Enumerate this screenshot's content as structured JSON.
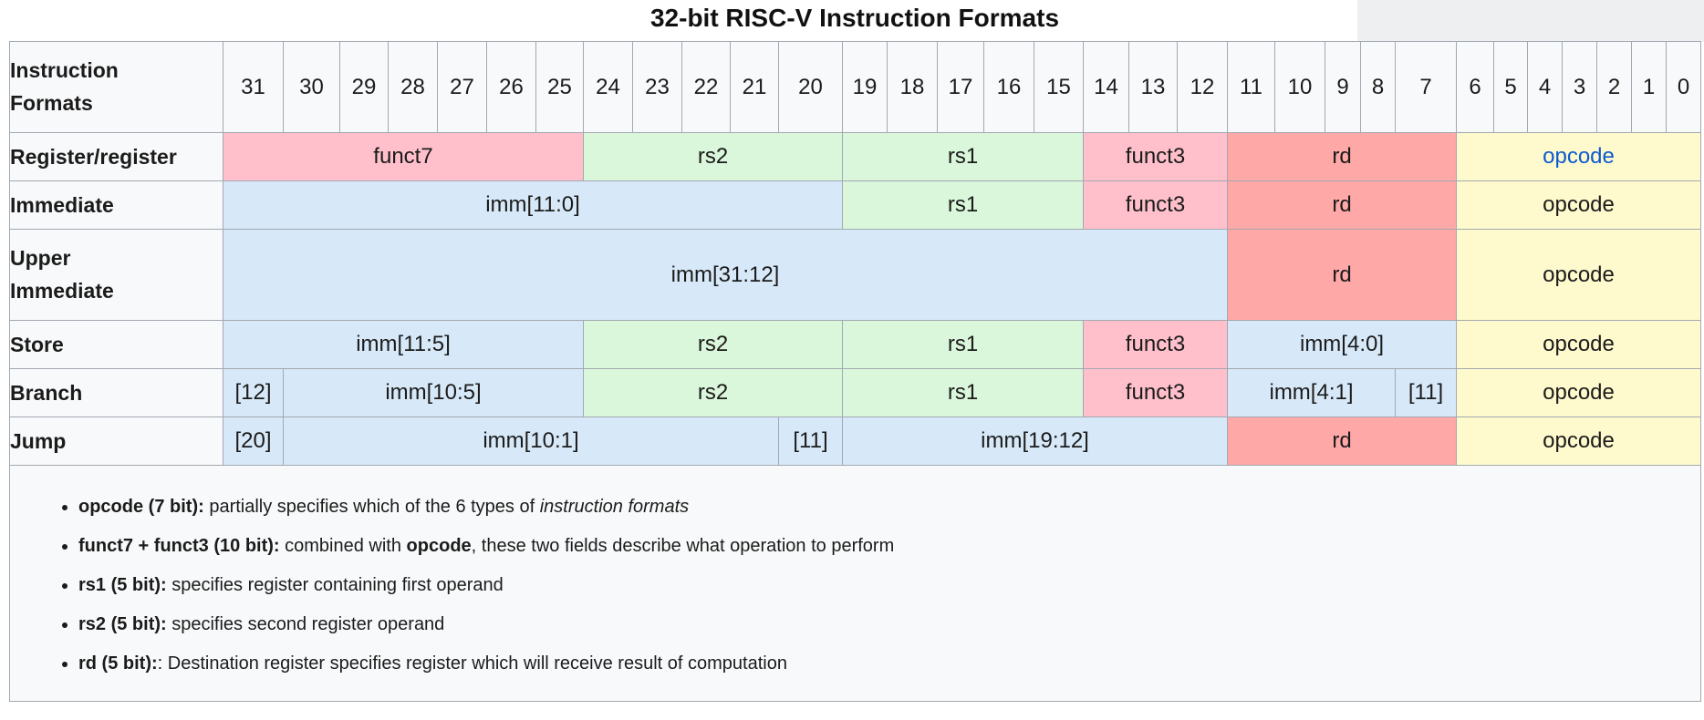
{
  "title": "32-bit RISC-V Instruction Formats",
  "colors": {
    "pink": "#FFC0CB",
    "green": "#DBF7DB",
    "blue": "#D7E9F8",
    "red": "#FFA8A8",
    "yellow": "#FFFACD",
    "header_bg": "#F8F9FA",
    "border": "#A2A9B1",
    "link": "#0B5BD0",
    "corner_bg": "#EEEFF1"
  },
  "table": {
    "corner_label": "Instruction Formats",
    "bit_numbers": [
      31,
      30,
      29,
      28,
      27,
      26,
      25,
      24,
      23,
      22,
      21,
      20,
      19,
      18,
      17,
      16,
      15,
      14,
      13,
      12,
      11,
      10,
      9,
      8,
      7,
      6,
      5,
      4,
      3,
      2,
      1,
      0
    ],
    "bit_col_widths": [
      66,
      62,
      53,
      54,
      54,
      54,
      52,
      54,
      54,
      53,
      53,
      70,
      49,
      55,
      51,
      55,
      54,
      50,
      53,
      55,
      52,
      55,
      39,
      38,
      67,
      41,
      37,
      38,
      38,
      38,
      38,
      38
    ],
    "label_col_width": 234,
    "rows": [
      {
        "label": "Register/register",
        "tall": false,
        "cells": [
          {
            "text": "funct7",
            "span": 7,
            "color": "pink"
          },
          {
            "text": "rs2",
            "span": 5,
            "color": "green"
          },
          {
            "text": "rs1",
            "span": 5,
            "color": "green"
          },
          {
            "text": "funct3",
            "span": 3,
            "color": "pink"
          },
          {
            "text": "rd",
            "span": 5,
            "color": "red"
          },
          {
            "text": "opcode",
            "span": 7,
            "color": "yellow",
            "link": true
          }
        ]
      },
      {
        "label": "Immediate",
        "tall": false,
        "cells": [
          {
            "text": "imm[11:0]",
            "span": 12,
            "color": "blue"
          },
          {
            "text": "rs1",
            "span": 5,
            "color": "green"
          },
          {
            "text": "funct3",
            "span": 3,
            "color": "pink"
          },
          {
            "text": "rd",
            "span": 5,
            "color": "red"
          },
          {
            "text": "opcode",
            "span": 7,
            "color": "yellow"
          }
        ]
      },
      {
        "label": "Upper Immediate",
        "tall": true,
        "cells": [
          {
            "text": "imm[31:12]",
            "span": 20,
            "color": "blue"
          },
          {
            "text": "rd",
            "span": 5,
            "color": "red"
          },
          {
            "text": "opcode",
            "span": 7,
            "color": "yellow"
          }
        ]
      },
      {
        "label": "Store",
        "tall": false,
        "cells": [
          {
            "text": "imm[11:5]",
            "span": 7,
            "color": "blue"
          },
          {
            "text": "rs2",
            "span": 5,
            "color": "green"
          },
          {
            "text": "rs1",
            "span": 5,
            "color": "green"
          },
          {
            "text": "funct3",
            "span": 3,
            "color": "pink"
          },
          {
            "text": "imm[4:0]",
            "span": 5,
            "color": "blue"
          },
          {
            "text": "opcode",
            "span": 7,
            "color": "yellow"
          }
        ]
      },
      {
        "label": "Branch",
        "tall": false,
        "cells": [
          {
            "text": "[12]",
            "span": 1,
            "color": "blue"
          },
          {
            "text": "imm[10:5]",
            "span": 6,
            "color": "blue"
          },
          {
            "text": "rs2",
            "span": 5,
            "color": "green"
          },
          {
            "text": "rs1",
            "span": 5,
            "color": "green"
          },
          {
            "text": "funct3",
            "span": 3,
            "color": "pink"
          },
          {
            "text": "imm[4:1]",
            "span": 4,
            "color": "blue"
          },
          {
            "text": "[11]",
            "span": 1,
            "color": "blue"
          },
          {
            "text": "opcode",
            "span": 7,
            "color": "yellow"
          }
        ]
      },
      {
        "label": "Jump",
        "tall": false,
        "cells": [
          {
            "text": "[20]",
            "span": 1,
            "color": "blue"
          },
          {
            "text": "imm[10:1]",
            "span": 10,
            "color": "blue"
          },
          {
            "text": "[11]",
            "span": 1,
            "color": "blue"
          },
          {
            "text": "imm[19:12]",
            "span": 8,
            "color": "blue"
          },
          {
            "text": "rd",
            "span": 5,
            "color": "red"
          },
          {
            "text": "opcode",
            "span": 7,
            "color": "yellow"
          }
        ]
      }
    ]
  },
  "notes": [
    [
      {
        "text": "opcode (7 bit):",
        "bold": true
      },
      {
        "text": " partially specifies which of the 6 types of "
      },
      {
        "text": "instruction formats",
        "italic": true
      }
    ],
    [
      {
        "text": "funct7 + funct3 (10 bit):",
        "bold": true
      },
      {
        "text": " combined with "
      },
      {
        "text": "opcode",
        "bold": true
      },
      {
        "text": ", these two fields describe what operation to perform"
      }
    ],
    [
      {
        "text": "rs1 (5 bit):",
        "bold": true
      },
      {
        "text": " specifies register containing first operand"
      }
    ],
    [
      {
        "text": "rs2 (5 bit):",
        "bold": true
      },
      {
        "text": " specifies second register operand"
      }
    ],
    [
      {
        "text": "rd (5 bit):",
        "bold": true
      },
      {
        "text": ": Destination register specifies register which will receive result of computation"
      }
    ]
  ]
}
